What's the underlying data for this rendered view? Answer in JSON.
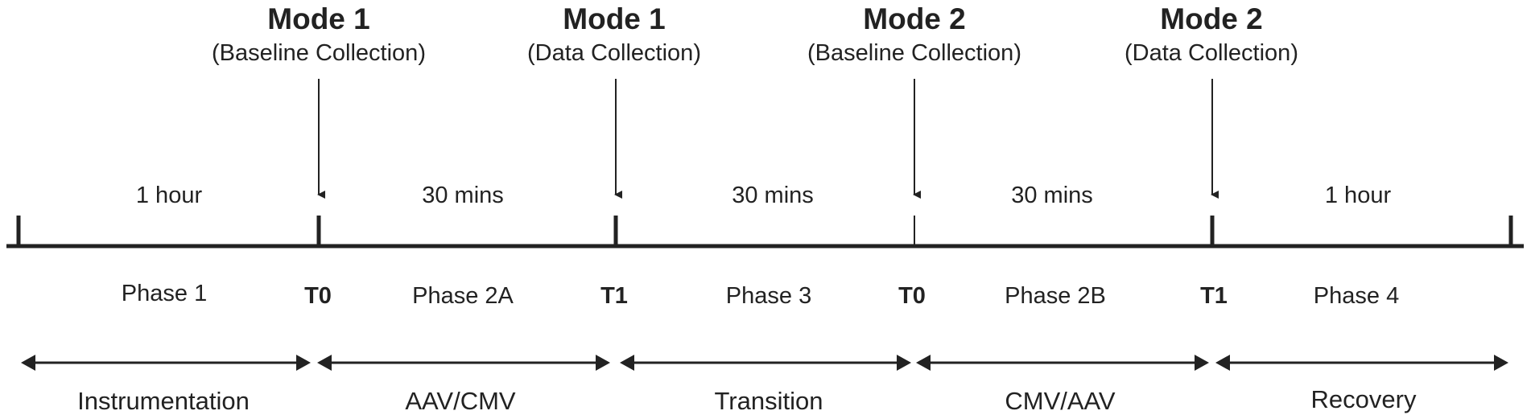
{
  "colors": {
    "ink": "#222222",
    "background": "#ffffff"
  },
  "modes": [
    {
      "title": "Mode 1",
      "subtitle": "(Baseline Collection)"
    },
    {
      "title": "Mode 1",
      "subtitle": "(Data Collection)"
    },
    {
      "title": "Mode 2",
      "subtitle": "(Baseline Collection)"
    },
    {
      "title": "Mode 2",
      "subtitle": "(Data Collection)"
    }
  ],
  "durations": [
    "1 hour",
    "30 mins",
    "30 mins",
    "30 mins",
    "1 hour"
  ],
  "phases": [
    "Phase 1",
    "Phase 2A",
    "Phase 3",
    "Phase 2B",
    "Phase 4"
  ],
  "timepoints": [
    "T0",
    "T1",
    "T0",
    "T1"
  ],
  "stages": [
    "Instrumentation",
    "AAV/CMV",
    "Transition",
    "CMV/AAV",
    "Recovery"
  ]
}
